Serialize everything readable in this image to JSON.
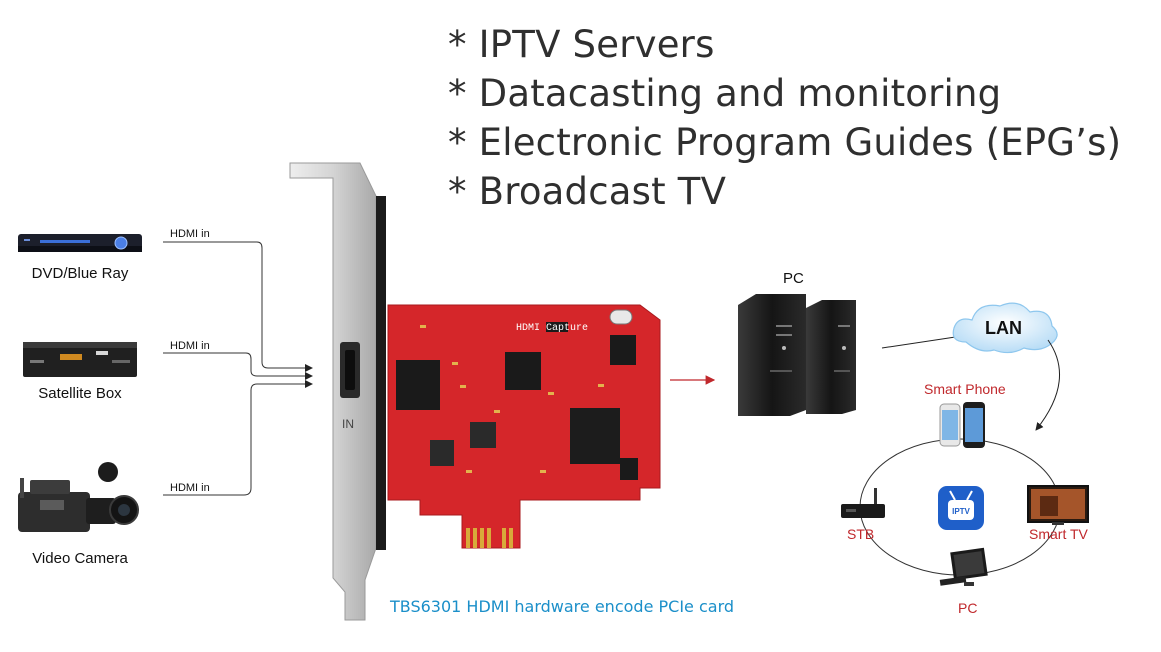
{
  "headline_bullets": [
    "* IPTV Servers",
    "* Datacasting and monitoring",
    "* Electronic Program Guides (EPG’s)",
    "* Broadcast TV"
  ],
  "sources": [
    {
      "label": "DVD/Blue Ray",
      "connector": "HDMI in",
      "icon": "dvd-player-icon"
    },
    {
      "label": "Satellite Box",
      "connector": "HDMI in",
      "icon": "satellite-receiver-icon"
    },
    {
      "label": "Video Camera",
      "connector": "HDMI in",
      "icon": "video-camera-icon"
    }
  ],
  "card": {
    "port_label": "IN",
    "board_silkscreen": "HDMI Capture",
    "caption": "TBS6301 HDMI hardware encode PCIe card"
  },
  "pc_label": "PC",
  "lan_label": "LAN",
  "clients": {
    "smart_phone": "Smart Phone",
    "stb": "STB",
    "iptv_app": "IPTV",
    "smart_tv": "Smart TV",
    "pc": "PC"
  },
  "colors": {
    "board": "#d5262a",
    "bracket": "#c9c9c9",
    "caption": "#1b8fc9",
    "client_labels": "#c0282c",
    "headline": "#2f2f2f"
  }
}
